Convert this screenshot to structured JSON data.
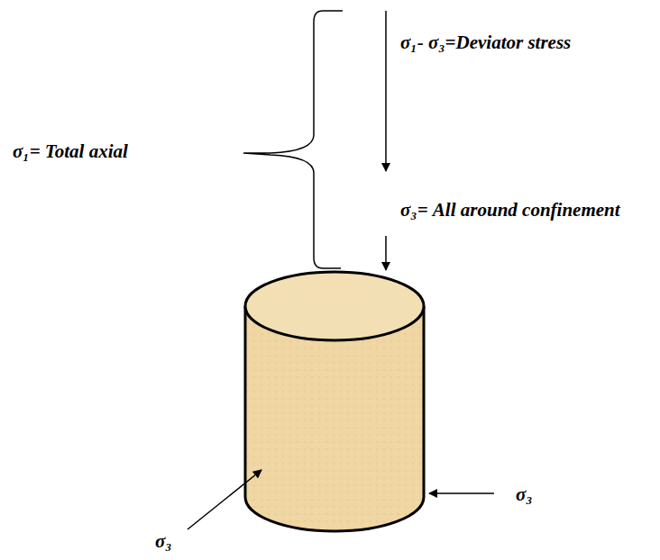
{
  "diagram": {
    "labels": [
      "σ₁- σ₃=Deviator stress",
      "σ₁= Total axial",
      "σ₃= All around confinement",
      "σ₃",
      "σ₃"
    ]
  }
}
